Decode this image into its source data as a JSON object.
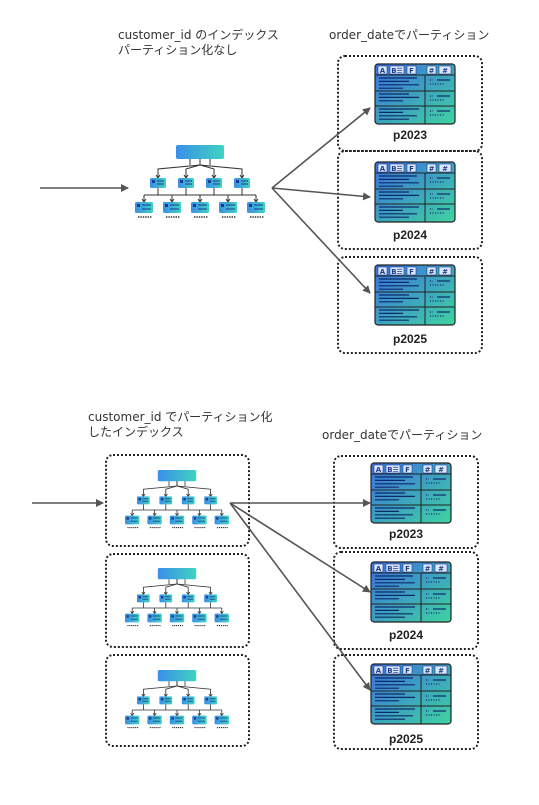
{
  "section1": {
    "index_label": "customer_id のインデックス\nパーティション化なし",
    "table_label": "order_dateでパーティション",
    "partitions": [
      "p2023",
      "p2024",
      "p2025"
    ]
  },
  "section2": {
    "index_label": "customer_id でパーティション化\nしたインデックス",
    "table_label": "order_dateでパーティション",
    "partitions": [
      "p2023",
      "p2024",
      "p2025"
    ]
  },
  "table_icon": {
    "header_cells": [
      "A",
      "B☰",
      "F",
      "#",
      "#"
    ]
  },
  "colors": {
    "arrow": "#555555",
    "gradient_start": "#3a6fe0",
    "gradient_end": "#3fd3a0",
    "box_border": "#222222"
  }
}
